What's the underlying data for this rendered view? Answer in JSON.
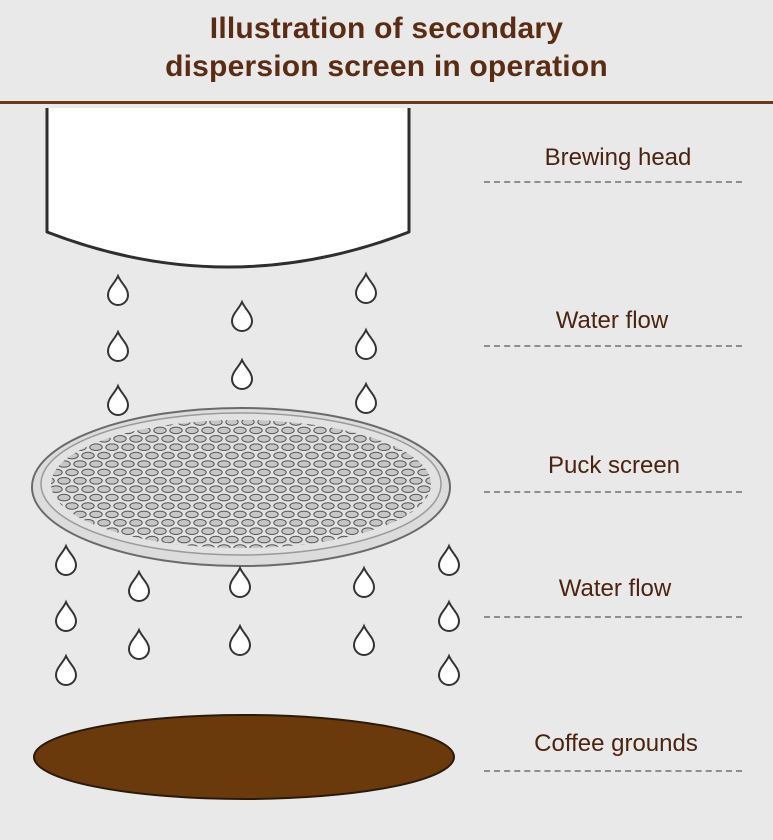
{
  "title": {
    "line1": "Illustration of secondary",
    "line2": "dispersion screen in operation"
  },
  "labels": {
    "brewing_head": "Brewing head",
    "water_flow_upper": "Water flow",
    "puck_screen": "Puck screen",
    "water_flow_lower": "Water flow",
    "coffee_grounds": "Coffee grounds"
  },
  "colors": {
    "title": "#5a2c14",
    "label": "#4a2410",
    "rule": "#6b3a1a",
    "coffee": "#6b3a0c",
    "outline": "#2e2e2e",
    "background": "#e9e9e9"
  }
}
